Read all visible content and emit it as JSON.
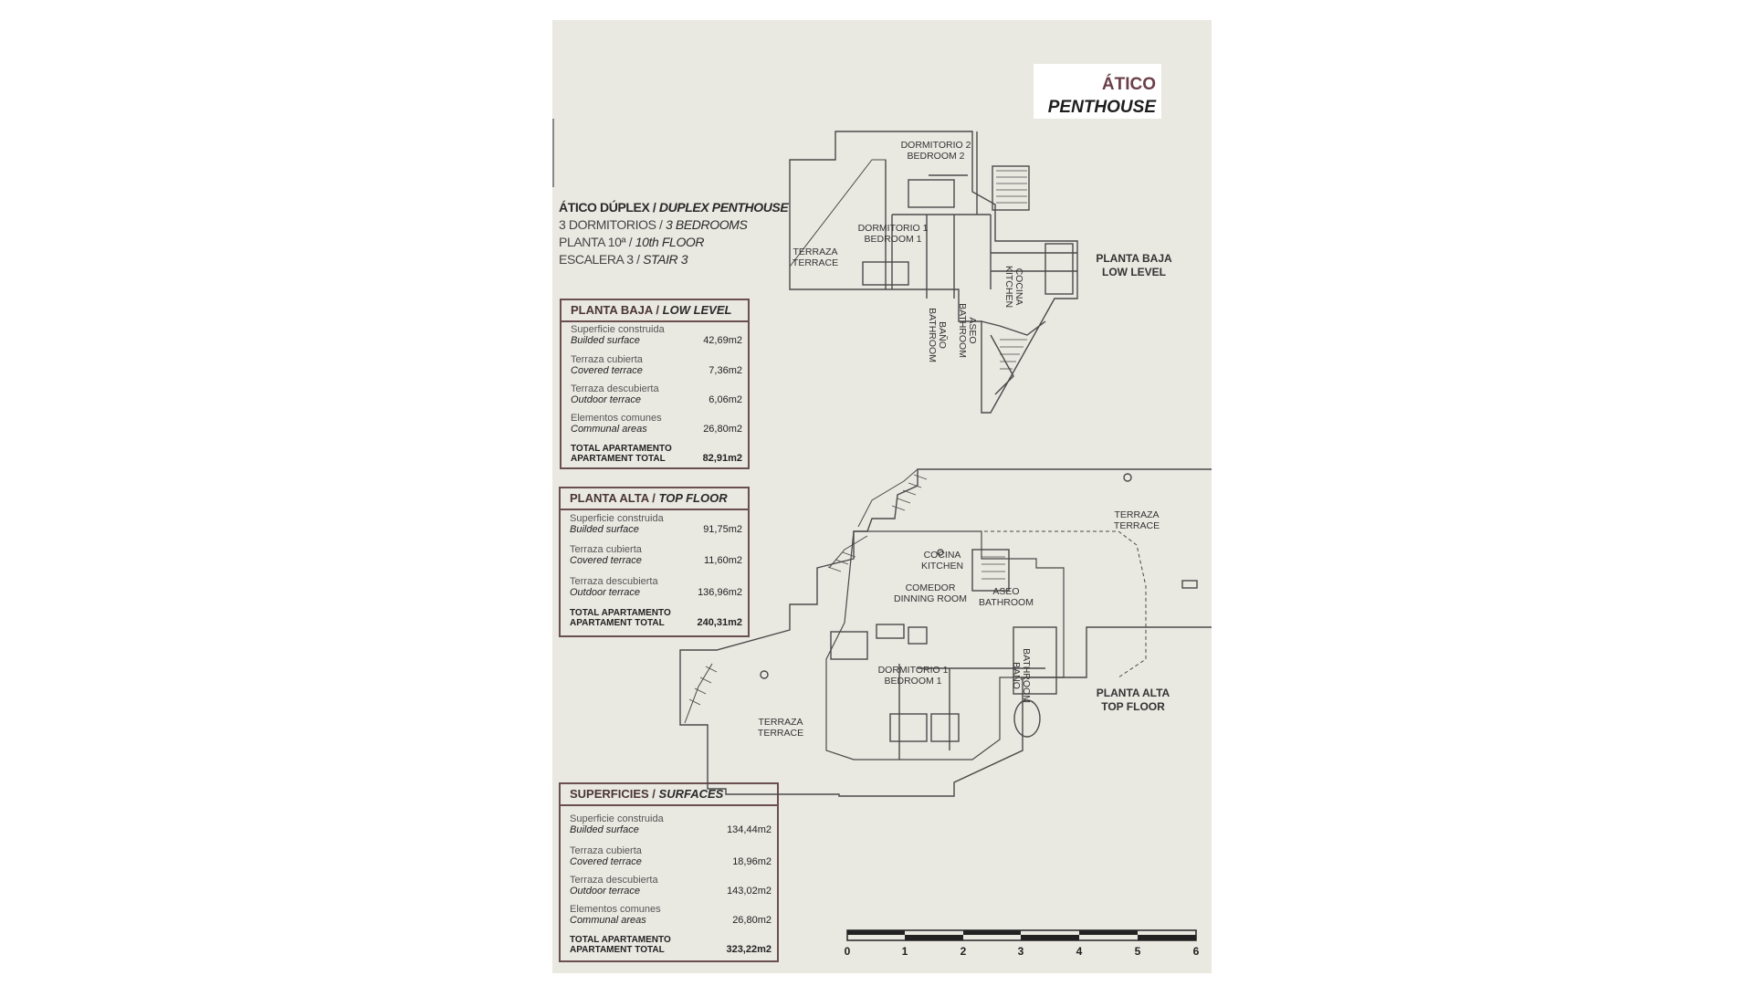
{
  "header": {
    "title_es": "ÁTICO",
    "title_en": "PENTHOUSE"
  },
  "info": {
    "line1_es": "ÁTICO DÚPLEX / ",
    "line1_en": "DUPLEX PENTHOUSE",
    "line2_es": "3 DORMITORIOS / ",
    "line2_en": "3 BEDROOMS",
    "line3_es": "PLANTA 10ª / ",
    "line3_en": "10th FLOOR",
    "line4_es": "ESCALERA 3 / ",
    "line4_en": "STAIR 3"
  },
  "low_level": {
    "title_es": "PLANTA BAJA / ",
    "title_en": "LOW LEVEL",
    "rows": [
      {
        "es": "Superficie construida",
        "en": "Builded surface",
        "v": "42,69m2"
      },
      {
        "es": "Terraza cubierta",
        "en": "Covered terrace",
        "v": "7,36m2"
      },
      {
        "es": "Terraza descubierta",
        "en": "Outdoor terrace",
        "v": "6,06m2"
      },
      {
        "es": "Elementos comunes",
        "en": "Communal areas",
        "v": "26,80m2"
      }
    ],
    "total": {
      "es": "TOTAL APARTAMENTO",
      "en": "APARTAMENT TOTAL",
      "v": "82,91m2"
    }
  },
  "top_floor": {
    "title_es": "PLANTA ALTA / ",
    "title_en": "TOP FLOOR",
    "rows": [
      {
        "es": "Superficie construida",
        "en": "Builded surface",
        "v": "91,75m2"
      },
      {
        "es": "Terraza cubierta",
        "en": "Covered terrace",
        "v": "11,60m2"
      },
      {
        "es": "Terraza descubierta",
        "en": "Outdoor terrace",
        "v": "136,96m2"
      }
    ],
    "total": {
      "es": "TOTAL APARTAMENTO",
      "en": "APARTAMENT TOTAL",
      "v": "240,31m2"
    }
  },
  "surfaces": {
    "title_es": "SUPERFICIES / ",
    "title_en": "SURFACES",
    "rows": [
      {
        "es": "Superficie construida",
        "en": "Builded surface",
        "v": "134,44m2"
      },
      {
        "es": "Terraza cubierta",
        "en": "Covered terrace",
        "v": "18,96m2"
      },
      {
        "es": "Terraza descubierta",
        "en": "Outdoor terrace",
        "v": "143,02m2"
      },
      {
        "es": "Elementos comunes",
        "en": "Communal areas",
        "v": "26,80m2"
      }
    ],
    "total": {
      "es": "TOTAL APARTAMENTO",
      "en": "APARTAMENT TOTAL",
      "v": "323,22m2"
    }
  },
  "plan_labels": {
    "low_es": "PLANTA BAJA",
    "low_en": "LOW LEVEL",
    "top_es": "PLANTA ALTA",
    "top_en": "TOP FLOOR"
  },
  "room_labels": {
    "low": {
      "bed2_es": "DORMITORIO 2",
      "bed2_en": "BEDROOM 2",
      "bed1_es": "DORMITORIO 1",
      "bed1_en": "BEDROOM 1",
      "terr_es": "TERRAZA",
      "terr_en": "TERRACE",
      "kitchen_es": "COCINA",
      "kitchen_en": "KITCHEN",
      "bath_es": "BAÑO",
      "bath_en": "BATHROOM",
      "wc_es": "ASEO",
      "wc_en": "BATHROOM"
    },
    "top": {
      "terr1_es": "TERRAZA",
      "terr1_en": "TERRACE",
      "terr2_es": "TERRAZA",
      "terr2_en": "TERRACE",
      "kitchen_es": "COCINA",
      "kitchen_en": "KITCHEN",
      "dining_es": "COMEDOR",
      "dining_en": "DINNING ROOM",
      "wc_es": "ASEO",
      "wc_en": "BATHROOM",
      "bed1_es": "DORMITORIO 1",
      "bed1_en": "BEDROOM 1",
      "bath_es": "BAÑO",
      "bath_en": "BATHROOM"
    }
  },
  "scale": {
    "ticks": [
      "0",
      "1",
      "2",
      "3",
      "4",
      "5",
      "6"
    ]
  }
}
